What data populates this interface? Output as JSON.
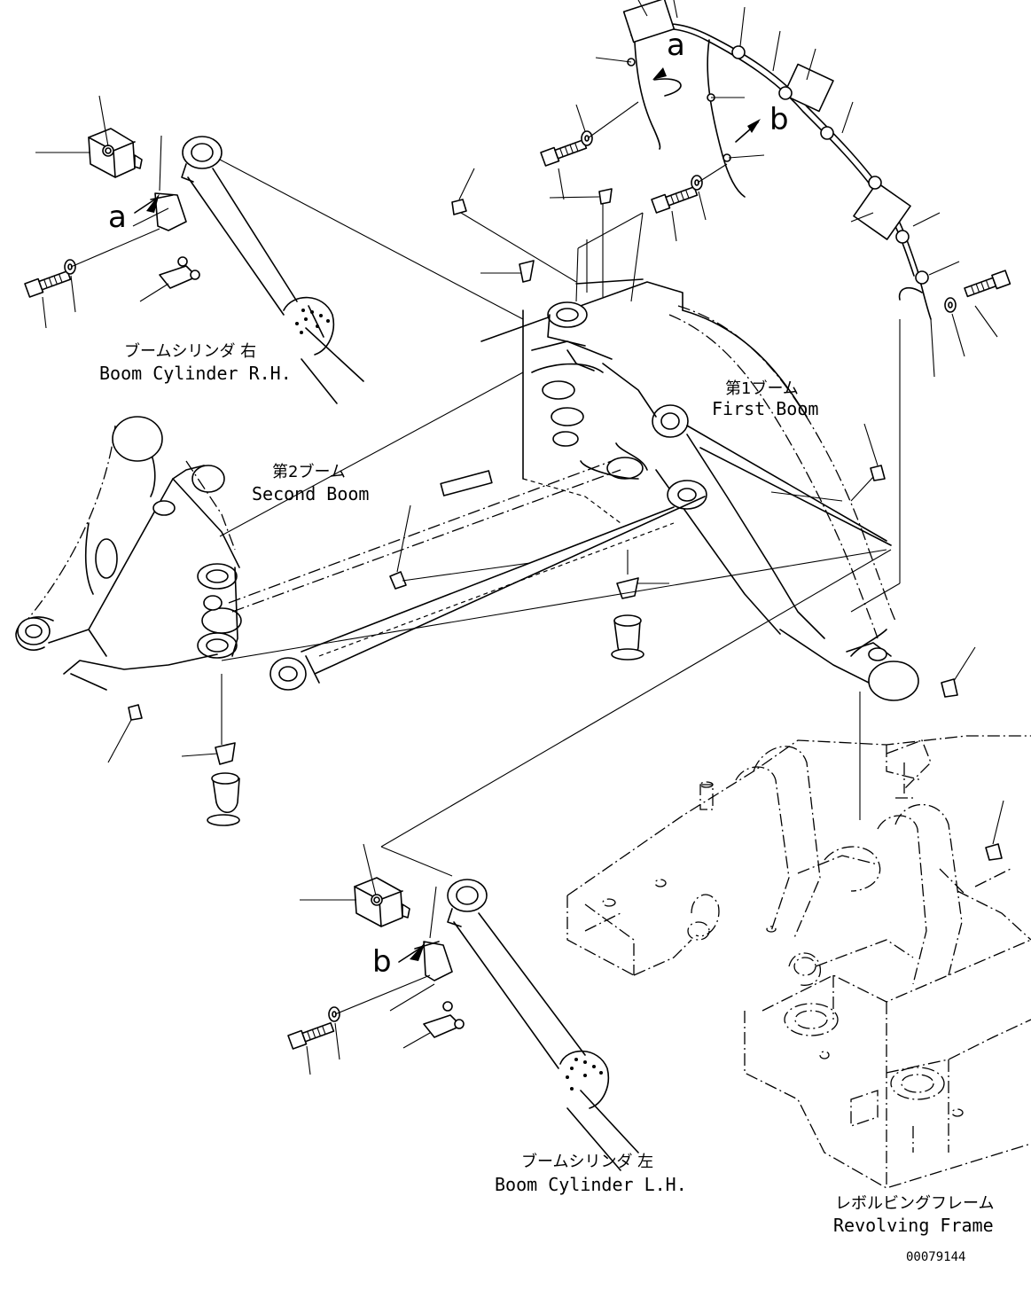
{
  "labels": {
    "boom_cylinder_rh_jp": "ブームシリンダ 右",
    "boom_cylinder_rh_en": "Boom Cylinder R.H.",
    "first_boom_jp": "第1ブーム",
    "first_boom_en": "First Boom",
    "second_boom_jp": "第2ブーム",
    "second_boom_en": "Second Boom",
    "boom_cylinder_lh_jp": "ブームシリンダ 左",
    "boom_cylinder_lh_en": "Boom Cylinder L.H.",
    "revolving_frame_jp": "レボルビングフレーム",
    "revolving_frame_en": "Revolving Frame"
  },
  "callouts": {
    "a_harness": "a",
    "b_harness": "b",
    "a_sensor": "a",
    "b_sensor": "b"
  },
  "drawing_number": "00079144"
}
